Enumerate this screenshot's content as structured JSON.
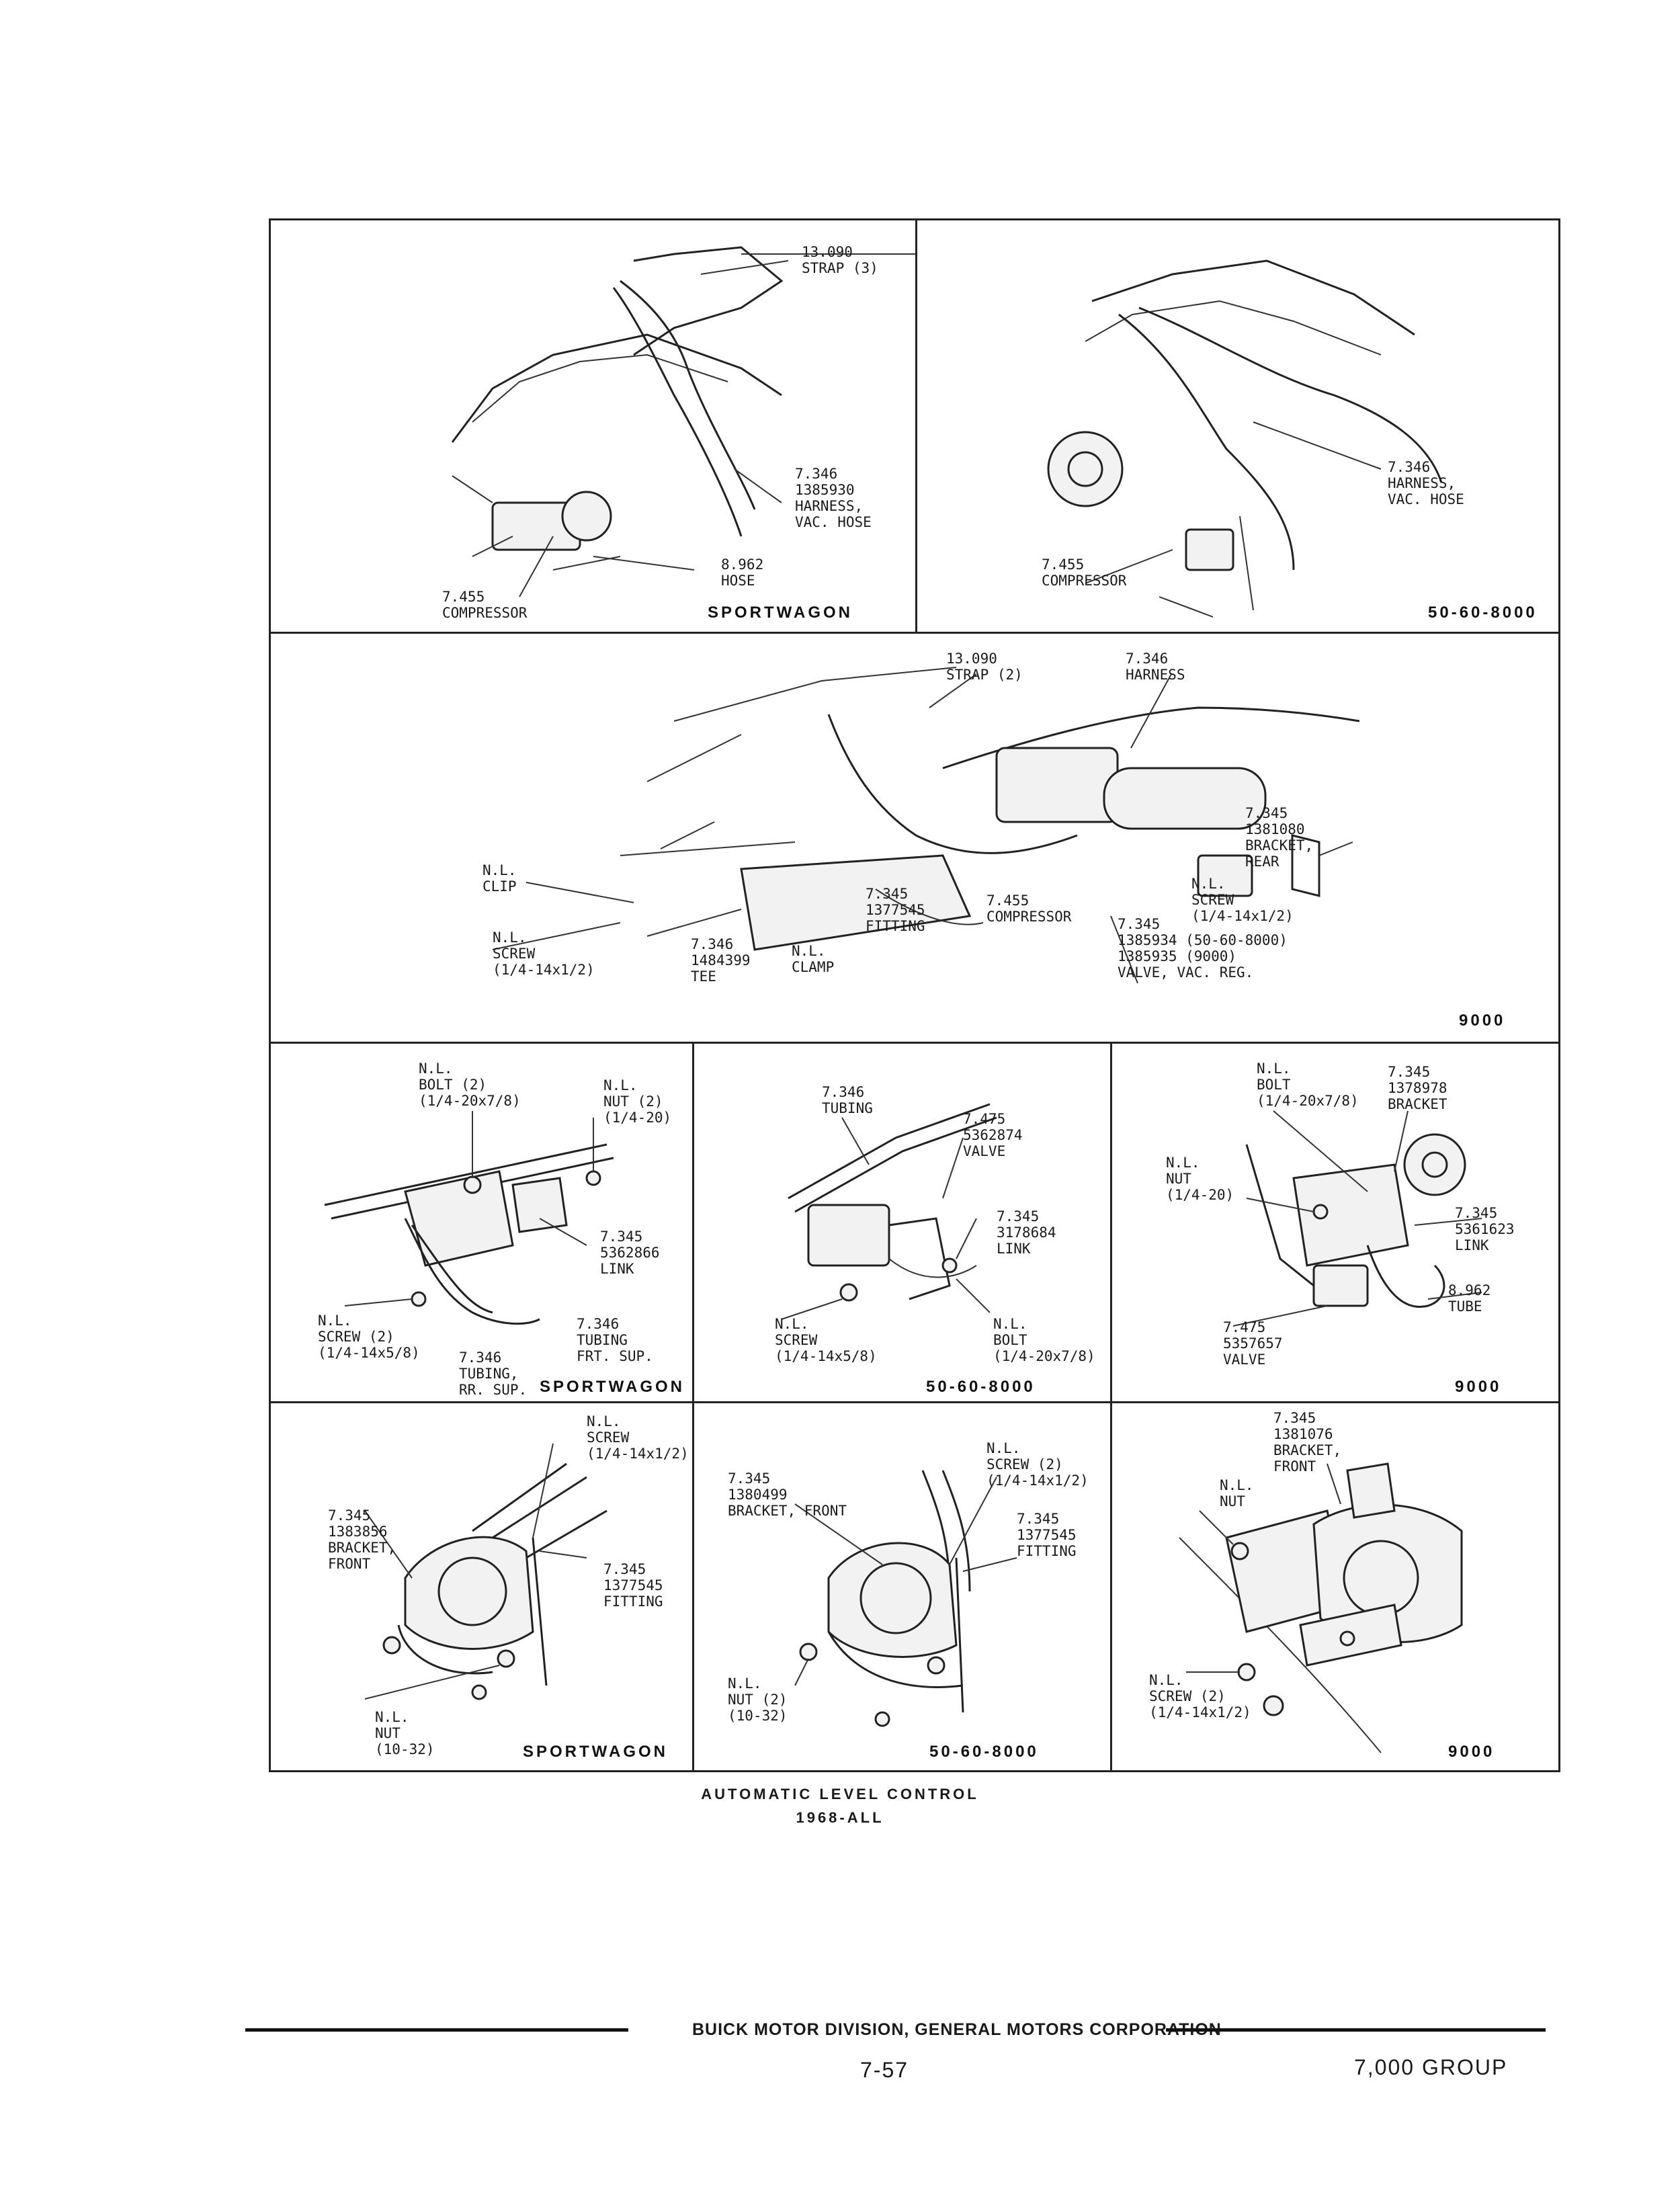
{
  "panels": {
    "p1": {
      "labels": [
        "13.090\nSTRAP (3)",
        "7.346\n1385930\nHARNESS,\nVAC. HOSE",
        "8.962\nHOSE",
        "7.455\nCOMPRESSOR"
      ],
      "tag": "SPORTWAGON"
    },
    "p2": {
      "labels": [
        "7.346\nHARNESS,\nVAC. HOSE",
        "7.455\nCOMPRESSOR"
      ],
      "tag": "50-60-8000"
    },
    "p3": {
      "labels": [
        "13.090\nSTRAP (2)",
        "7.346\nHARNESS",
        "7.345\n1381080\nBRACKET,\nREAR",
        "N.L.\nCLIP",
        "N.L.\nSCREW\n(1/4-14x1/2)",
        "N.L.\nSCREW\n(1/4-14x1/2)",
        "7.346\n1484399\nTEE",
        "N.L.\nCLAMP",
        "7.345\n1377545\nFITTING",
        "7.455\nCOMPRESSOR",
        "7.345\n1385934 (50-60-8000)\n1385935 (9000)\nVALVE, VAC. REG."
      ],
      "tag": "9000"
    },
    "p4": {
      "labels": [
        "N.L.\nBOLT (2)\n(1/4-20x7/8)",
        "N.L.\nNUT (2)\n(1/4-20)",
        "7.345\n5362866\nLINK",
        "N.L.\nSCREW (2)\n(1/4-14x5/8)",
        "7.346\nTUBING\nFRT. SUP.",
        "7.346\nTUBING,\nRR. SUP."
      ],
      "tag": "SPORTWAGON"
    },
    "p5": {
      "labels": [
        "7.346\nTUBING",
        "7.475\n5362874\nVALVE",
        "7.345\n3178684\nLINK",
        "N.L.\nSCREW\n(1/4-14x5/8)",
        "N.L.\nBOLT\n(1/4-20x7/8)"
      ],
      "tag": "50-60-8000"
    },
    "p6": {
      "labels": [
        "N.L.\nBOLT\n(1/4-20x7/8)",
        "7.345\n1378978\nBRACKET",
        "N.L.\nNUT\n(1/4-20)",
        "7.345\n5361623\nLINK",
        "8.962\nTUBE",
        "7.475\n5357657\nVALVE"
      ],
      "tag": "9000"
    },
    "p7": {
      "labels": [
        "N.L.\nSCREW\n(1/4-14x1/2)",
        "7.345\n1383856\nBRACKET,\nFRONT",
        "7.345\n1377545\nFITTING",
        "N.L.\nNUT\n(10-32)"
      ],
      "tag": "SPORTWAGON"
    },
    "p8": {
      "labels": [
        "N.L.\nSCREW (2)\n(1/4-14x1/2)",
        "7.345\n1380499\nBRACKET, FRONT",
        "7.345\n1377545\nFITTING",
        "N.L.\nNUT (2)\n(10-32)"
      ],
      "tag": "50-60-8000"
    },
    "p9": {
      "labels": [
        "7.345\n1381076\nBRACKET,\nFRONT",
        "N.L.\nNUT",
        "N.L.\nSCREW (2)\n(1/4-14x1/2)"
      ],
      "tag": "9000"
    }
  },
  "caption": {
    "line1": "AUTOMATIC LEVEL CONTROL",
    "line2": "1968-ALL"
  },
  "footer": {
    "division": "BUICK MOTOR DIVISION, GENERAL MOTORS CORPORATION",
    "page": "7-57",
    "group": "7,000 GROUP"
  }
}
